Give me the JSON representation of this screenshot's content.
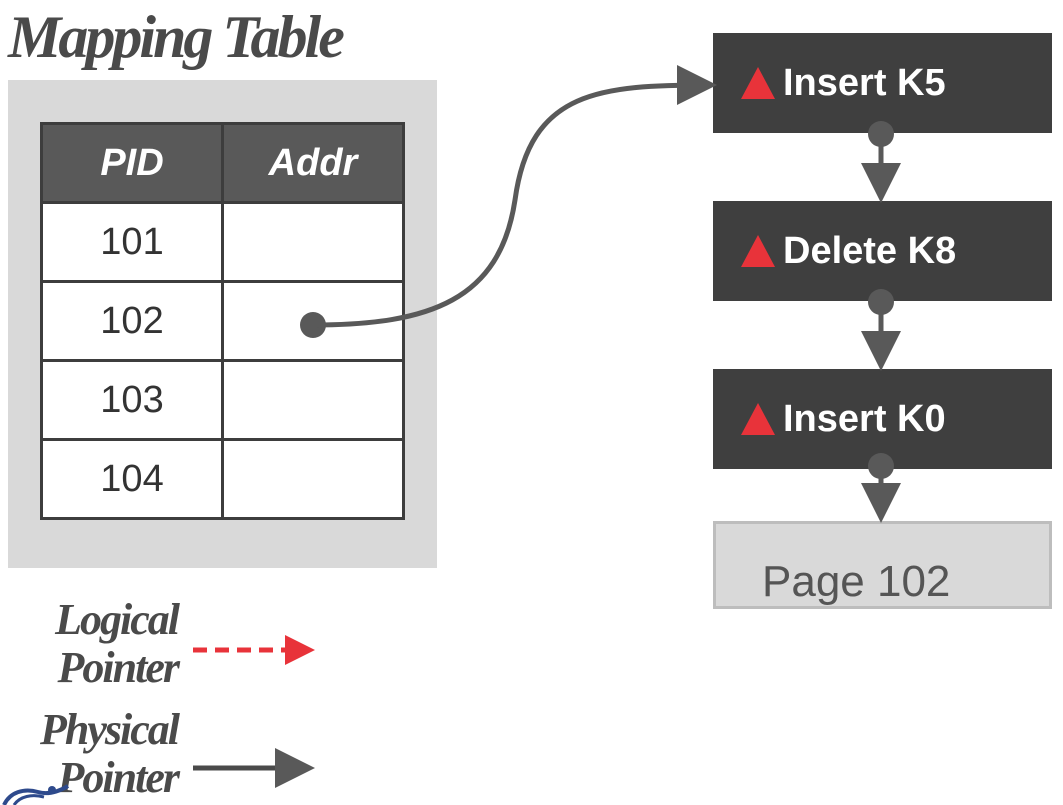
{
  "title": "Mapping Table",
  "table": {
    "headers": [
      "PID",
      "Addr"
    ],
    "rows": [
      {
        "pid": "101",
        "addr": ""
      },
      {
        "pid": "102",
        "addr": ""
      },
      {
        "pid": "103",
        "addr": ""
      },
      {
        "pid": "104",
        "addr": ""
      }
    ]
  },
  "delta_chain": [
    {
      "label": "Insert K5"
    },
    {
      "label": "Delete K8"
    },
    {
      "label": "Insert K0"
    }
  ],
  "base_page": "Page 102",
  "legend": {
    "logical": {
      "line1": "Logical",
      "line2": "Pointer",
      "style": "dashed",
      "color": "#e8333a"
    },
    "physical": {
      "line1": "Physical",
      "line2": "Pointer",
      "style": "solid",
      "color": "#4a4a4a"
    }
  },
  "colors": {
    "delta_bg": "#3f3f3f",
    "delta_marker": "#e8333a",
    "table_header_bg": "#595959",
    "panel_bg": "#d9d9d9",
    "pointer": "#595959"
  }
}
